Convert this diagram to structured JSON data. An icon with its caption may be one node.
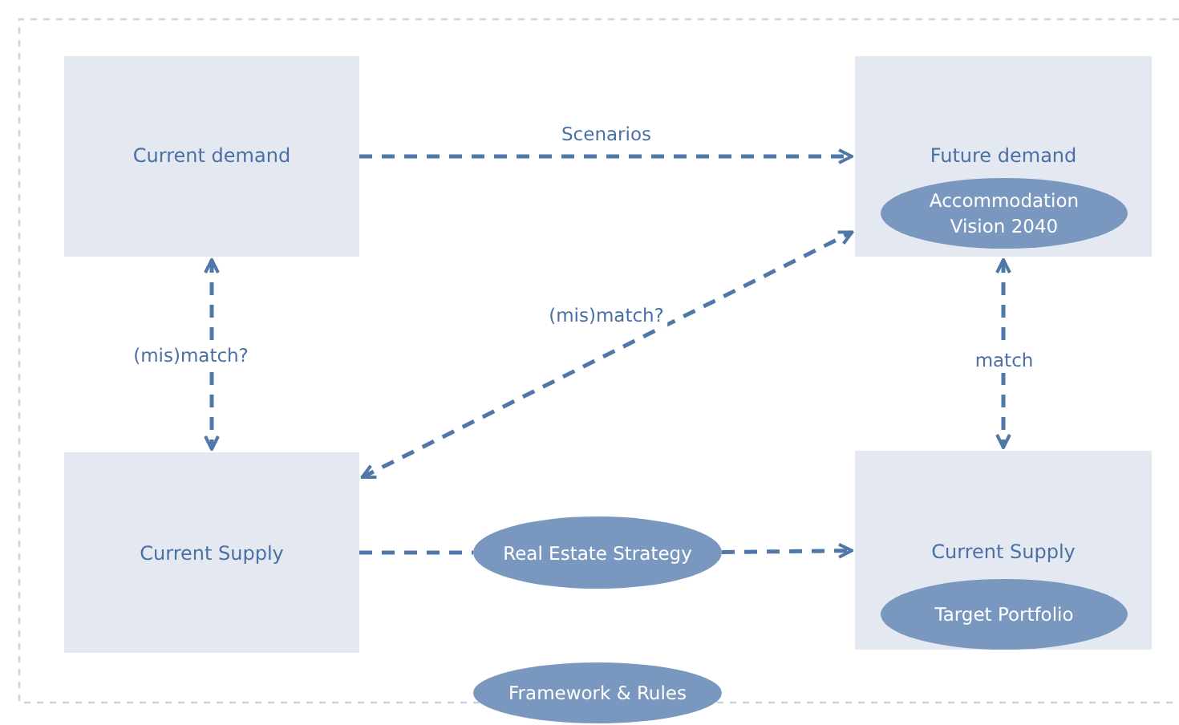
{
  "diagram": {
    "nodes": [
      {
        "text": [
          "Current demand"
        ]
      },
      {
        "text": [
          "Future demand"
        ]
      },
      {
        "text": [
          "Accommodation Vision 2040"
        ],
        "in": 1
      },
      {
        "text": [
          "Current Supply"
        ]
      },
      {
        "text": [
          "Real Estate Strategy"
        ]
      },
      {
        "text": [
          "Current Supply"
        ]
      },
      {
        "text": [
          "Target Portfolio"
        ],
        "in": 5
      },
      {
        "text": [
          "Framework & Rules"
        ]
      }
    ],
    "edges": [
      {
        "from": 0,
        "to": 1,
        "arrow": "to",
        "label": "Scenarios",
        "style": "dashed"
      },
      {
        "from": 0,
        "to": 3,
        "arrow": "both",
        "label": "(mis)match?",
        "style": "dashed"
      },
      {
        "from": 3,
        "to": 1,
        "arrow": "both",
        "label": "(mis)match?",
        "style": "dashed"
      },
      {
        "from": 1,
        "to": 5,
        "arrow": "both",
        "label": "match",
        "style": "dashed"
      },
      {
        "from": 3,
        "to": 4,
        "arrow": "none",
        "style": "dashed"
      },
      {
        "from": 4,
        "to": 5,
        "arrow": "to",
        "style": "dashed"
      }
    ]
  }
}
